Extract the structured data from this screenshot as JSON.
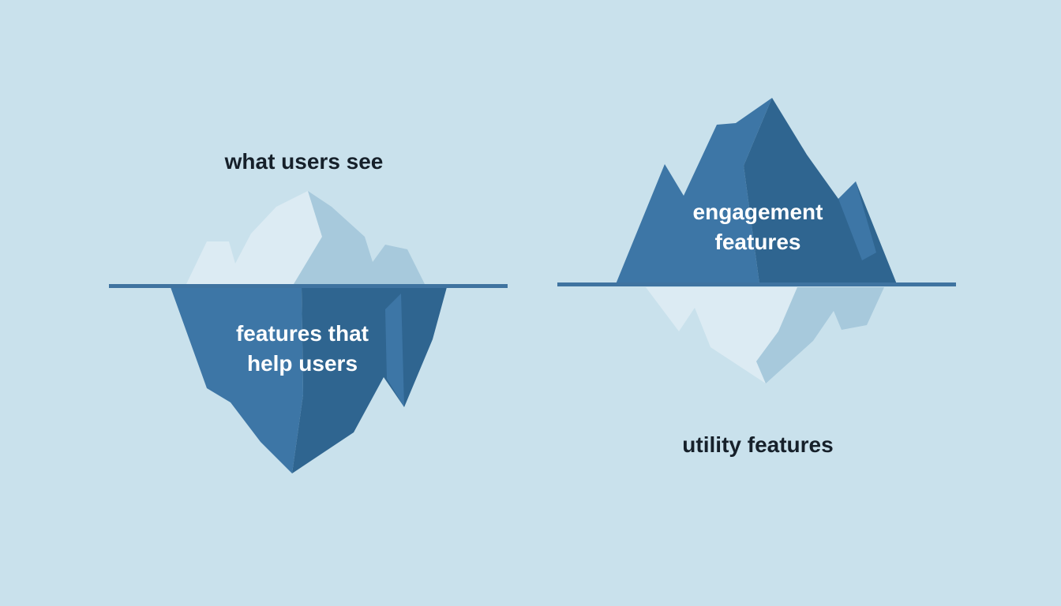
{
  "colors": {
    "background": "#c9e1ec",
    "waterline": "#3f73a0",
    "ice_light": "#dcebf3",
    "ice_mid": "#a7c9dc",
    "ice_deep": "#3d76a6",
    "ice_deep_shade": "#2f6590",
    "label_dark": "#16202a",
    "label_light": "#ffffff"
  },
  "left_iceberg": {
    "above_label": "what users see",
    "below_label_lines": [
      "features that",
      "help users"
    ]
  },
  "right_iceberg": {
    "above_label_lines": [
      "engagement",
      "features"
    ],
    "below_label": "utility features"
  }
}
